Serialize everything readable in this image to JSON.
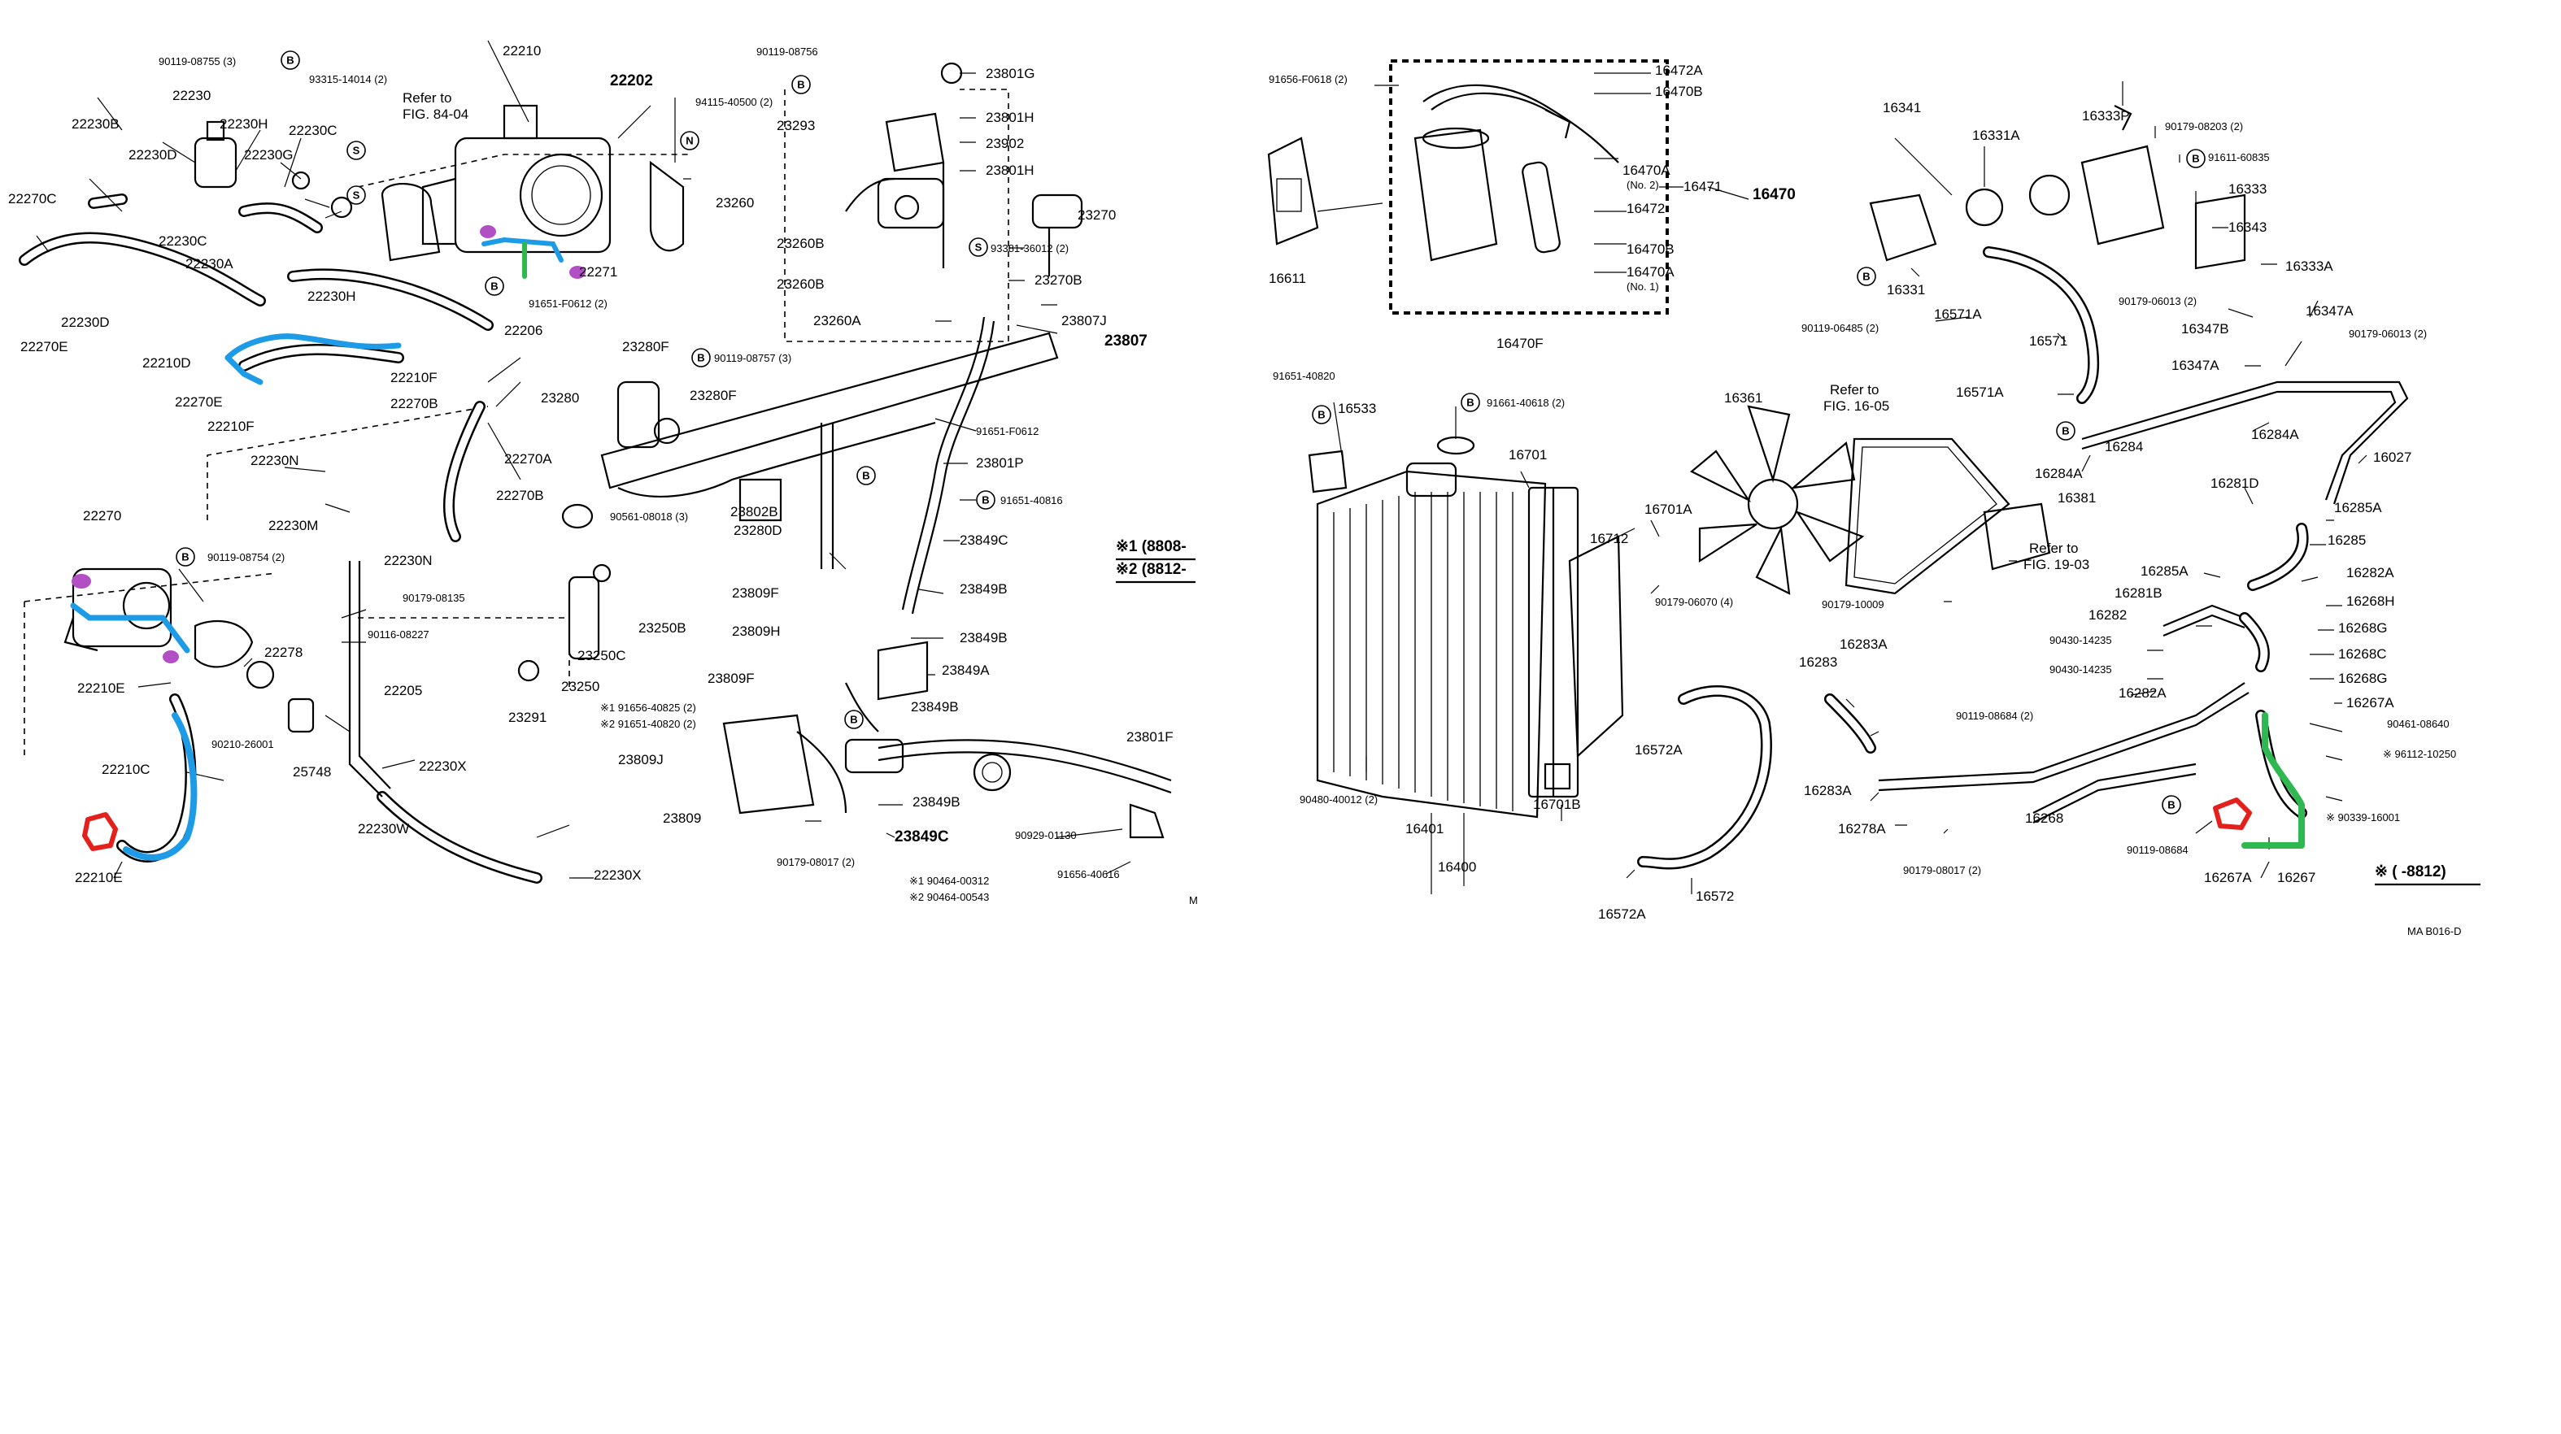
{
  "labels": {
    "l1": "90119-08755 (3)",
    "l2": "93315-14014 (2)",
    "l3": "22210",
    "l4": "22202",
    "l5": "Refer to",
    "l6": "FIG. 84-04",
    "l7": "94115-40500 (2)",
    "l8": "22230",
    "l9": "22230B",
    "l10": "22230H",
    "l11": "22230C",
    "l12": "22230D",
    "l13": "22230G",
    "l14": "22270C",
    "l15": "22230C",
    "l16": "22230A",
    "l17": "22230H",
    "l18": "22230D",
    "l19": "22270E",
    "l20": "22210D",
    "l21": "22270E",
    "l22": "22210F",
    "l23": "22210F",
    "l24": "22270B",
    "l25": "22206",
    "l26": "91651-F0612 (2)",
    "l27": "22271",
    "l28": "22230N",
    "l29": "22270A",
    "l30": "22270B",
    "l31": "22230M",
    "l32": "22270",
    "l33": "90119-08754 (2)",
    "l34": "22230N",
    "l35": "90179-08135",
    "l36": "90116-08227",
    "l37": "22278",
    "l38": "22210E",
    "l39": "22205",
    "l40": "90210-26001",
    "l41": "25748",
    "l42": "22210C",
    "l43": "22230X",
    "l44": "22230W",
    "l45": "22210E",
    "l46": "22230X",
    "l47": "90119-08756",
    "l48": "23801G",
    "l49": "23293",
    "l50": "23801H",
    "l51": "23902",
    "l52": "23801H",
    "l53": "23260",
    "l54": "23270",
    "l55": "23260B",
    "l56": "93381-36012 (2)",
    "l57": "23260B",
    "l58": "23270B",
    "l59": "23260A",
    "l60": "23807J",
    "l61": "23807",
    "l62": "23280F",
    "l63": "90119-08757 (3)",
    "l64": "23280",
    "l65": "23280F",
    "l66": "91651-F0612",
    "l67": "23801P",
    "l68": "91651-40816",
    "l69": "90561-08018 (3)",
    "l70": "23802B",
    "l71": "23280D",
    "l72": "23849C",
    "l73": "23849B",
    "l74": "23250B",
    "l75": "23809F",
    "l76": "23849B",
    "l77": "23809H",
    "l78": "23849A",
    "l79": "23250C",
    "l80": "23809F",
    "l81": "23250",
    "l82": "23291",
    "l83": "※1 91656-40825 (2)",
    "l84": "※2 91651-40820 (2)",
    "l85": "23849B",
    "l86": "23809J",
    "l87": "23801F",
    "l88": "23849B",
    "l89": "23809",
    "l90": "23849C",
    "l91": "90929-01130",
    "l92": "90179-08017 (2)",
    "l93": "※1 90464-00312",
    "l94": "※2 90464-00543",
    "l95": "91656-40616",
    "l96": "M",
    "l97": "※1 (8808-",
    "l98": "※2 (8812-",
    "l99": "91656-F0618 (2)",
    "l100": "16472A",
    "l101": "16470B",
    "l102": "16470A",
    "l103": "(No. 2)",
    "l104": "16471",
    "l105": "16470",
    "l106": "16472",
    "l107": "16470B",
    "l108": "16470A",
    "l109": "(No. 1)",
    "l110": "16611",
    "l111": "16470F",
    "l112": "91651-40820",
    "l113": "16533",
    "l114": "91661-40618 (2)",
    "l115": "16361",
    "l116": "16701",
    "l117": "16712",
    "l118": "16701A",
    "l119": "90179-06070 (4)",
    "l120": "16401",
    "l121": "16701B",
    "l122": "16400",
    "l123": "90480-40012 (2)",
    "l124": "Refer to",
    "l125": "FIG. 16-05",
    "l126": "16381",
    "l127": "Refer to",
    "l128": "FIG. 19-03",
    "l129": "90179-10009",
    "l130": "16572A",
    "l131": "16572",
    "l132": "16572A",
    "l133": "16283",
    "l134": "16283A",
    "l135": "16283A",
    "l136": "16278A",
    "l137": "90179-08017 (2)",
    "l138": "16268",
    "l139": "16341",
    "l140": "16331A",
    "l141": "16333P",
    "l142": "90179-08203 (2)",
    "l143": "91611-60835",
    "l144": "16333",
    "l145": "16343",
    "l146": "16333A",
    "l147": "16331",
    "l148": "16571A",
    "l149": "90119-06485 (2)",
    "l150": "90179-06013 (2)",
    "l151": "16347A",
    "l152": "16347B",
    "l153": "90179-06013 (2)",
    "l154": "16571",
    "l155": "16347A",
    "l156": "16571A",
    "l157": "16284",
    "l158": "16284A",
    "l159": "16027",
    "l160": "16284A",
    "l161": "16281D",
    "l162": "16285A",
    "l163": "16285",
    "l164": "16285A",
    "l165": "16282A",
    "l166": "16281B",
    "l167": "16282",
    "l168": "16268H",
    "l169": "90430-14235",
    "l170": "16268G",
    "l171": "90430-14235",
    "l172": "16268C",
    "l173": "16282A",
    "l174": "16268G",
    "l175": "16267A",
    "l176": "90119-08684 (2)",
    "l177": "90461-08640",
    "l178": "※ 96112-10250",
    "l179": "※ 90339-16001",
    "l180": "90119-08684",
    "l181": "16267A",
    "l182": "16267",
    "l183": "※ (      -8812)",
    "l184": "MA B016-D"
  },
  "circle_symbols": {
    "s": "S",
    "n": "N",
    "b": "B"
  },
  "highlight_colors": {
    "blue": "#1e9be6",
    "green": "#2fb84f",
    "purple": "#b24fc4",
    "red": "#e3201b"
  }
}
